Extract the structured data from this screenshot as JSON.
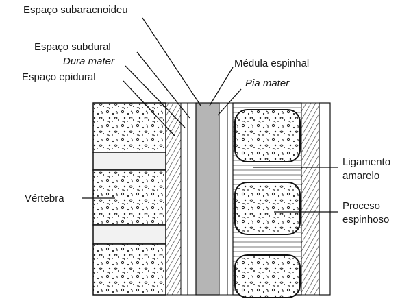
{
  "labels": {
    "subarachnoid": "Espaço subaracnoideu",
    "subdural": "Espaço subdural",
    "dura": "Dura mater",
    "epidural": "Espaço epidural",
    "cord": "Médula espinhal",
    "pia": "Pia mater",
    "vertebra": "Vértebra",
    "ligament_1": "Ligamento",
    "ligament_2": "amarelo",
    "process_1": "Proceso",
    "process_2": "espinhoso"
  }
}
